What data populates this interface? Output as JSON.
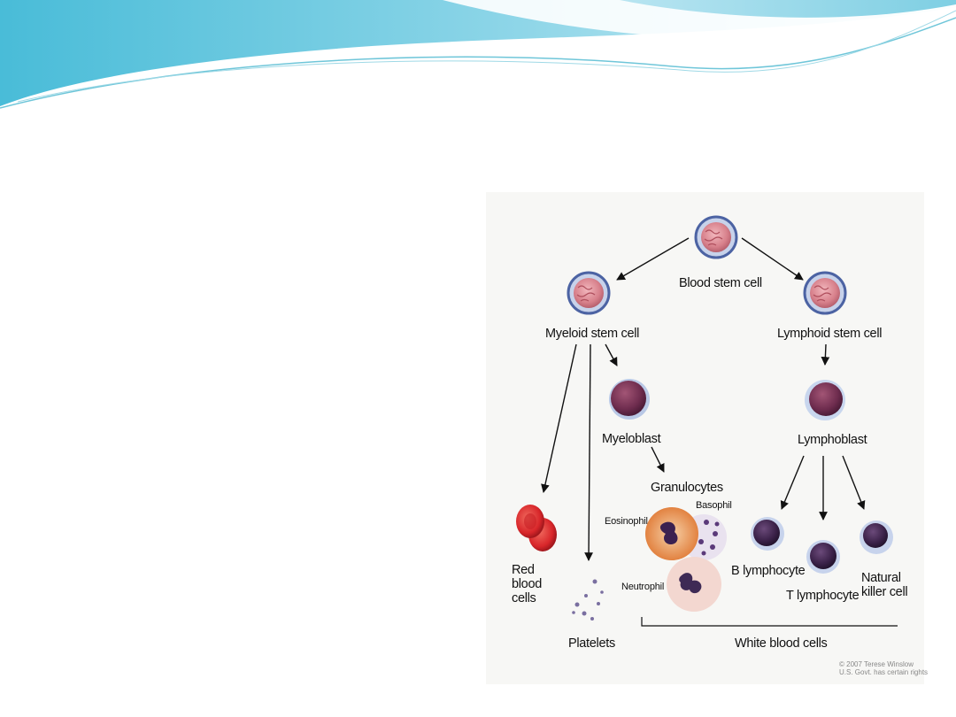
{
  "diagram": {
    "labels": {
      "blood_stem_cell": "Blood stem cell",
      "myeloid_stem_cell": "Myeloid stem cell",
      "lymphoid_stem_cell": "Lymphoid stem cell",
      "myeloblast": "Myeloblast",
      "lymphoblast": "Lymphoblast",
      "granulocytes": "Granulocytes",
      "basophil": "Basophil",
      "eosinophil": "Eosinophil",
      "neutrophil": "Neutrophil",
      "red_blood_cells": "Red blood cells",
      "platelets": "Platelets",
      "b_lymphocyte": "B lymphocyte",
      "t_lymphocyte": "T lymphocyte",
      "natural_killer_cell": "Natural killer cell",
      "white_blood_cells": "White blood cells"
    },
    "credit_line1": "© 2007 Terese Winslow",
    "credit_line2": "U.S. Govt. has certain rights"
  },
  "colors": {
    "banner_cyan": "#5fc9e0",
    "banner_light": "#bfe8f2",
    "stem_cell_pink": "#d98a94",
    "stem_cell_outline": "#5a6fa8",
    "blast_purple": "#6e2c4e",
    "red_cell": "#d8262a"
  }
}
